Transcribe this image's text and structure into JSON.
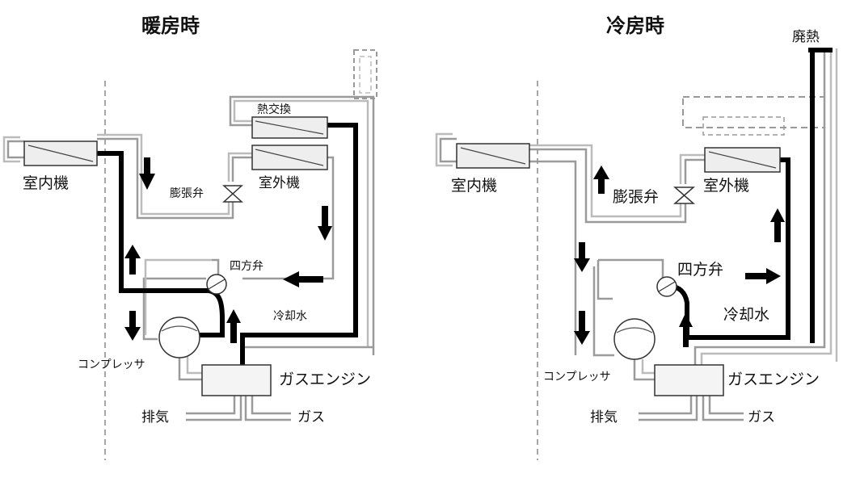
{
  "heating": {
    "title": "暖房時",
    "indoor_unit": "室内機",
    "heat_exchanger": "熱交換",
    "outdoor_unit": "室外機",
    "expansion_valve": "膨張弁",
    "four_way_valve": "四方弁",
    "cooling_water": "冷却水",
    "compressor": "コンプレッサ",
    "gas_engine": "ガスエンジン",
    "exhaust": "排気",
    "gas": "ガス"
  },
  "cooling": {
    "title": "冷房時",
    "waste_heat": "廃熱",
    "indoor_unit": "室内機",
    "outdoor_unit": "室外機",
    "expansion_valve": "膨張弁",
    "four_way_valve": "四方弁",
    "cooling_water": "冷却水",
    "compressor": "コンプレッサ",
    "gas_engine": "ガスエンジン",
    "exhaust": "排気",
    "gas": "ガス"
  }
}
